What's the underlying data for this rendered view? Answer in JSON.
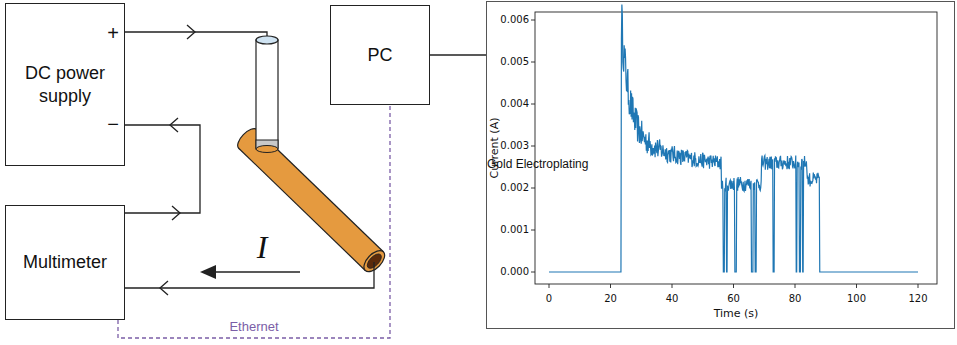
{
  "diagram": {
    "nodes": [
      {
        "text": [
          "DC power supply"
        ]
      },
      {
        "text": [
          "PC"
        ]
      },
      {
        "text": [
          "Multimeter"
        ]
      },
      {
        "text": [
          "Gold Electroplating"
        ]
      }
    ],
    "edges": [
      {
        "from": 2,
        "to": 0,
        "arrow": "to"
      },
      {
        "from": 2,
        "to": 1,
        "label": "Ethernet",
        "arrow": "none"
      },
      {
        "from": 1,
        "to": 3,
        "arrow": "none"
      }
    ],
    "labels": [
      "+",
      "−",
      "I",
      "0.000",
      "0.001",
      "0.002",
      "0.003",
      "0.004",
      "0.005",
      "0.006",
      "0",
      "20",
      "40",
      "60",
      "80",
      "100",
      "120",
      "Current (A)",
      "Time (s)"
    ]
  }
}
